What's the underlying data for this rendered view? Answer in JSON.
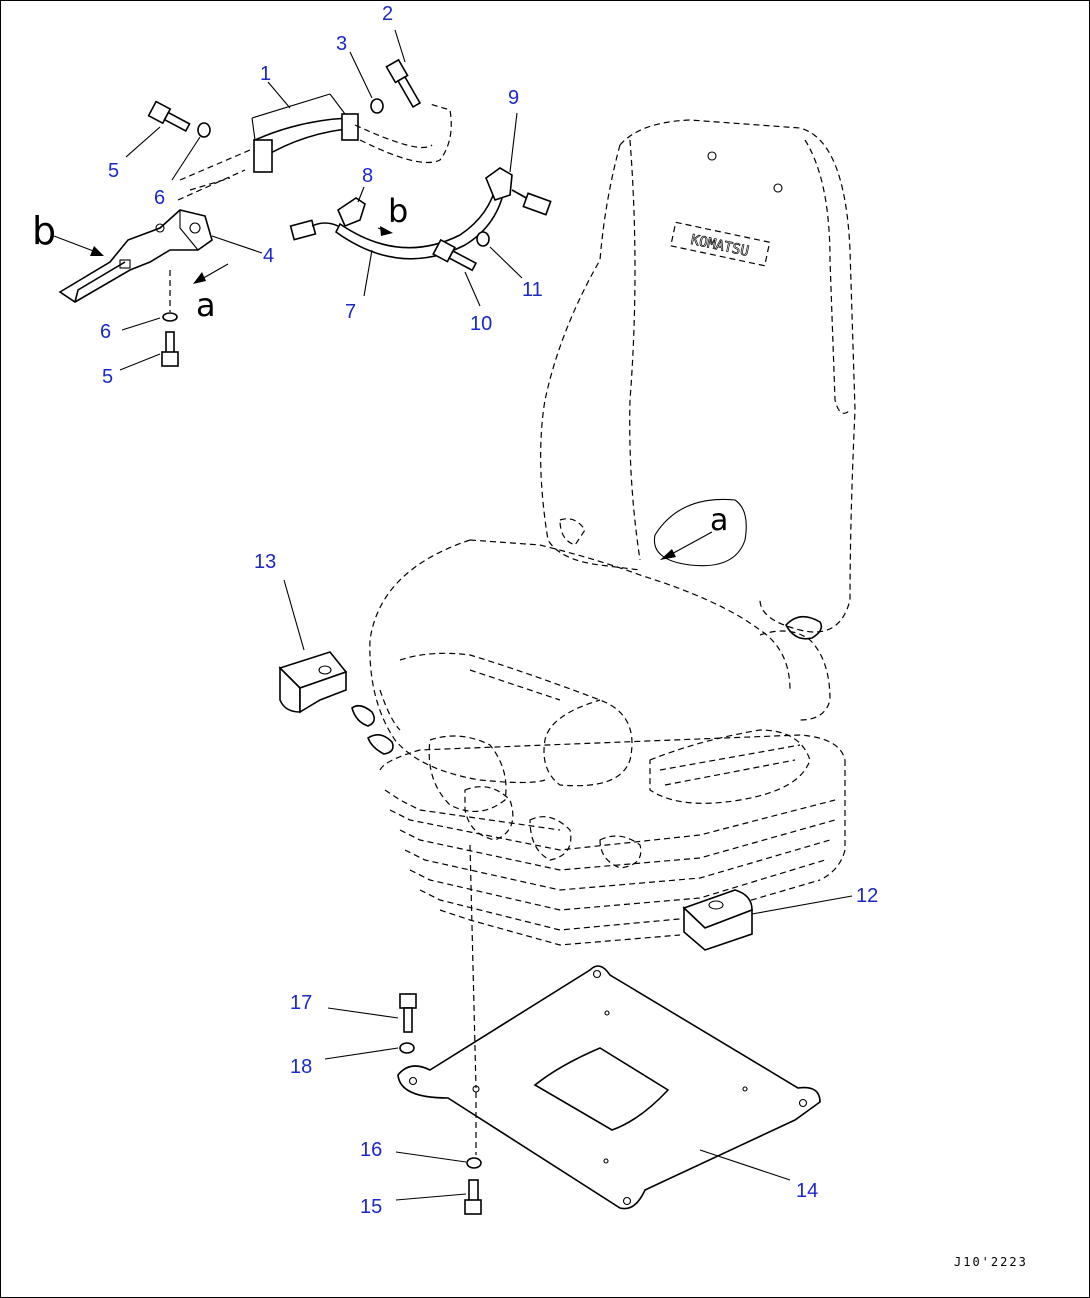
{
  "callouts": {
    "c1": "1",
    "c2": "2",
    "c3": "3",
    "c4": "4",
    "c5a": "5",
    "c5b": "5",
    "c6a": "6",
    "c6b": "6",
    "c7": "7",
    "c8": "8",
    "c9": "9",
    "c10": "10",
    "c11": "11",
    "c12": "12",
    "c13": "13",
    "c14": "14",
    "c15": "15",
    "c16": "16",
    "c17": "17",
    "c18": "18"
  },
  "view_letters": {
    "b_left": "b",
    "b_mid": "b",
    "a_left": "a",
    "a_seat": "a"
  },
  "drawing_code": "J10'2223",
  "colors": {
    "callout": "#1c28c8",
    "line": "#000000"
  }
}
